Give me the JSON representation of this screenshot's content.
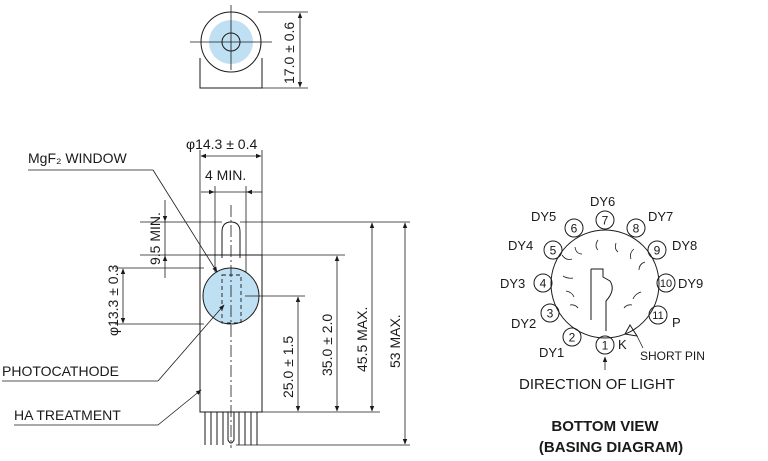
{
  "top_view": {
    "dim_height": "17.0 ± 0.6"
  },
  "side_view": {
    "dim_diameter": "φ14.3 ± 0.4",
    "dim_window_min": "4 MIN.",
    "dim_pin_min": "9.5 MIN.",
    "dim_window_dia": "φ13.3 ± 0.3",
    "dim_25": "25.0 ± 1.5",
    "dim_35": "35.0 ± 2.0",
    "dim_455": "45.5 MAX.",
    "dim_53": "53 MAX.",
    "label_window": "MgF₂ WINDOW",
    "label_photocathode": "PHOTOCATHODE",
    "label_ha": "HA TREATMENT"
  },
  "bottom_view": {
    "pins": [
      "1",
      "2",
      "3",
      "4",
      "5",
      "6",
      "7",
      "8",
      "9",
      "10",
      "11"
    ],
    "pin_labels": [
      "DY1",
      "DY2",
      "DY3",
      "DY4",
      "DY5",
      "DY6",
      "DY7",
      "DY8",
      "DY9",
      "P"
    ],
    "k_label": "K",
    "short_pin": "SHORT PIN",
    "direction": "DIRECTION OF LIGHT",
    "title_line1": "BOTTOM VIEW",
    "title_line2": "(BASING DIAGRAM)"
  },
  "colors": {
    "window_fill": "#bfe0f3",
    "line": "#1a1a1a"
  }
}
